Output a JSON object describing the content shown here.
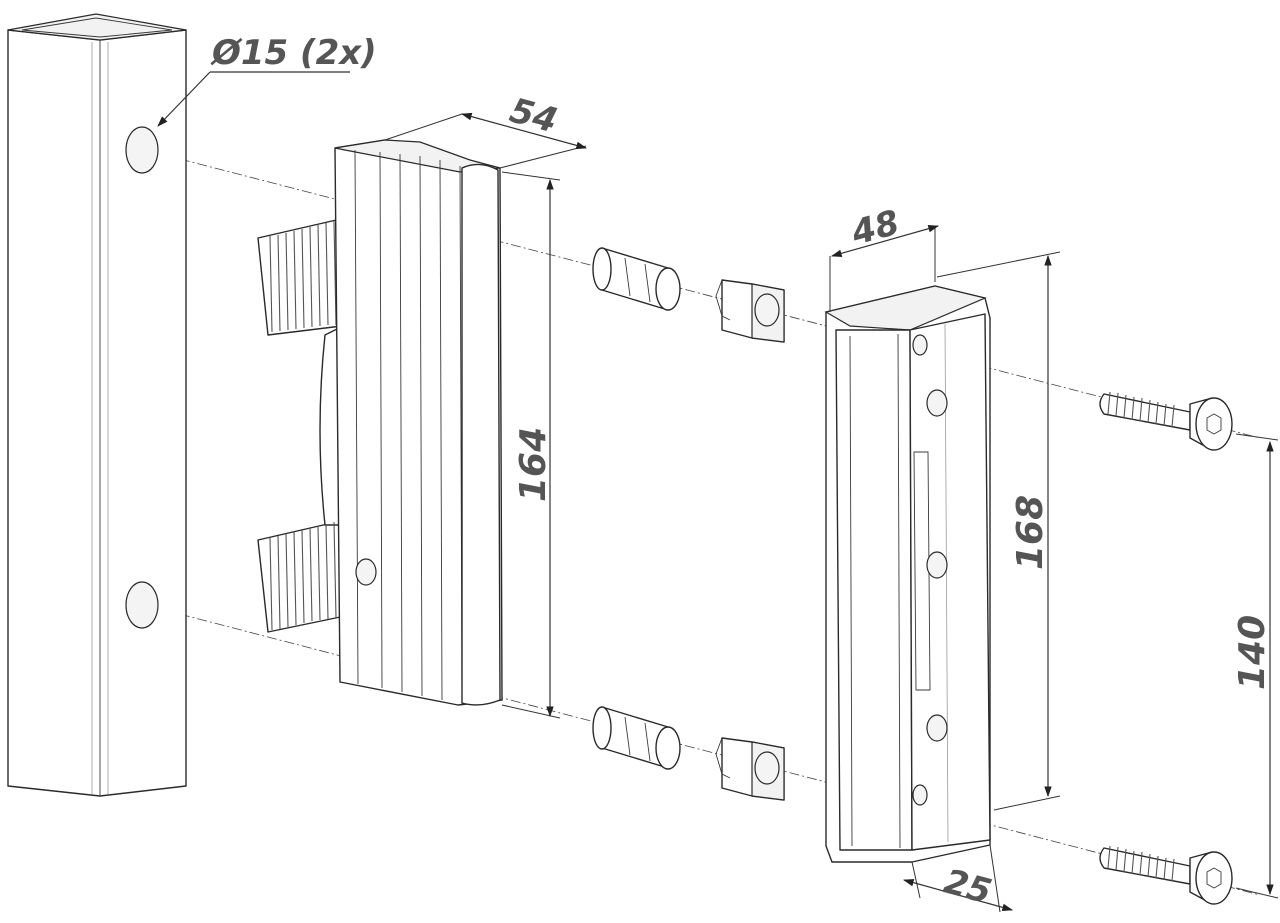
{
  "dimensions": {
    "hole_diameter": "Ø15 (2x)",
    "keep_depth": "54",
    "keep_height": "164",
    "housing_depth": "48",
    "housing_height": "168",
    "screw_spacing": "140",
    "housing_width": "25"
  }
}
